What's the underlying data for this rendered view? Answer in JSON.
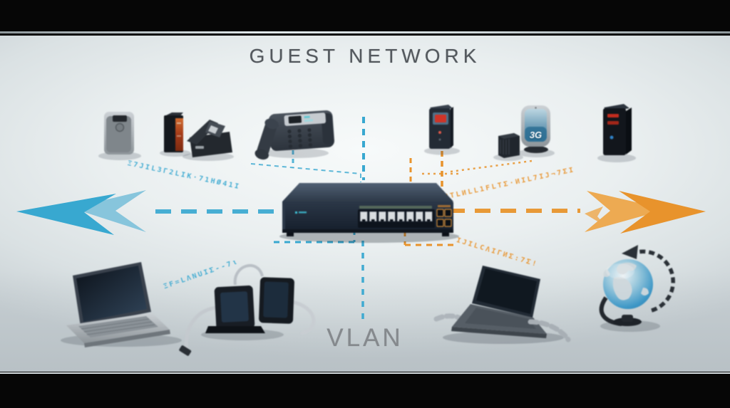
{
  "title": "GUEST NETWORK",
  "vlan_label": "VLAN",
  "phone_badge": "3G",
  "colors": {
    "blue": "#38a8d0",
    "blue_light": "#87c5dc",
    "orange": "#e8932c",
    "orange_light": "#edaa52",
    "title_text": "#54595e",
    "vlan_text": "#85898d",
    "letterbox": "#060606"
  },
  "glyphs": {
    "top_left_blue": "Ξ7JIL3Γ2LIK·71HØ41I",
    "bottom_left_blue": "ΞF=LΛNUIΣ--7ι",
    "top_right_orange": "JTLИLL1FLTΣ·ИIL7IJ¬7ΣI",
    "bottom_right_orange": "IJILCΛIΓИΣ:7Σ!"
  }
}
